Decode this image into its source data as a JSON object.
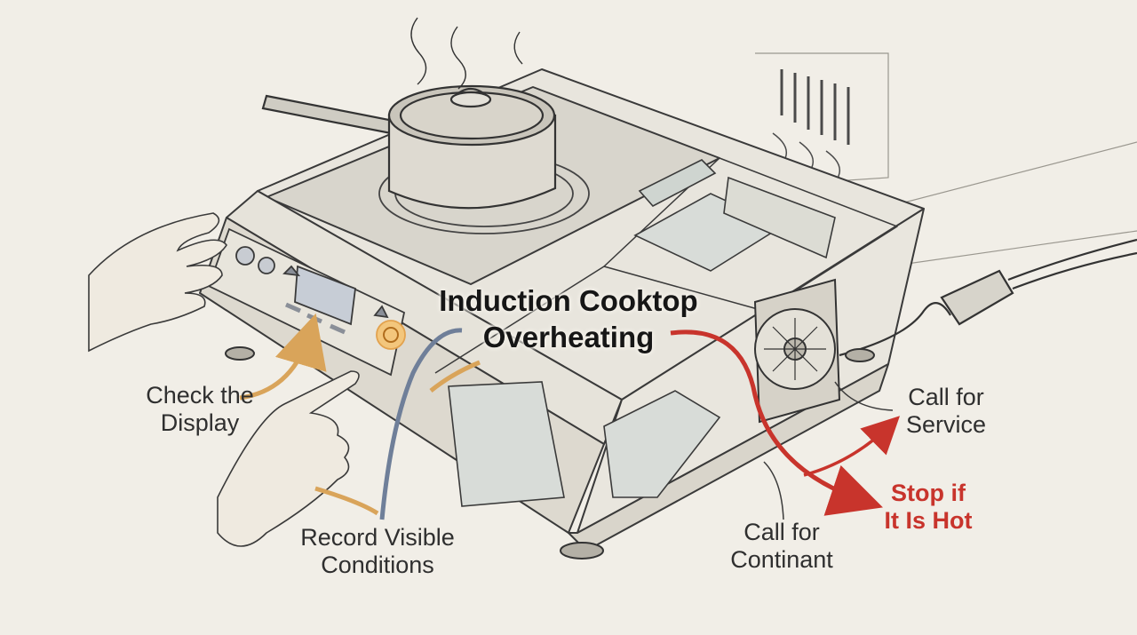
{
  "diagram": {
    "title_lines": [
      "Induction Cooktop",
      "Overheating"
    ],
    "labels": {
      "check_display": [
        "Check the",
        "Display"
      ],
      "record_conditions": [
        "Record Visible",
        "Conditions"
      ],
      "call_continant": [
        "Call for",
        "Continant"
      ],
      "call_service": [
        "Call for",
        "Service"
      ],
      "stop_if_hot": [
        "Stop if",
        "It Is Hot"
      ]
    },
    "colors": {
      "background": "#f1eee7",
      "sketch_ink": "#3a3a3a",
      "orange_arrow": "#d9a45a",
      "blue_arrow": "#6f7f99",
      "red_arrow": "#c8342c",
      "power_button_glow": "#f0b050"
    }
  }
}
